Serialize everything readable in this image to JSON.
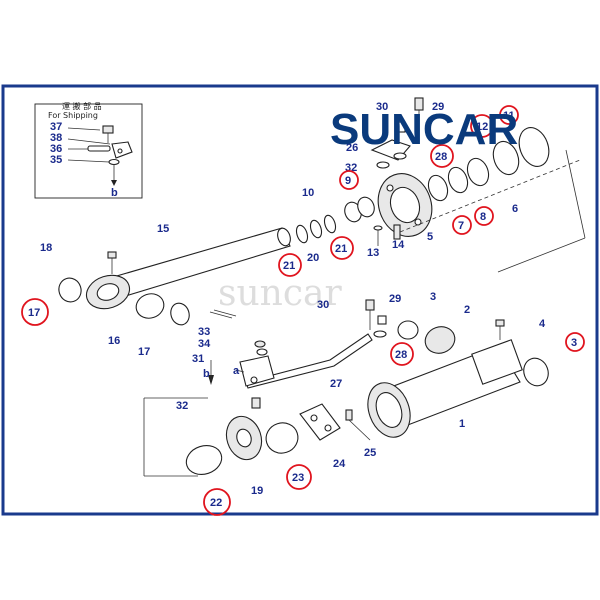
{
  "brand": {
    "logo_text": "SUNCAR",
    "watermark": "suncar"
  },
  "shipping_box": {
    "title_cn": "運 搬 部 品",
    "title_en": "For Shipping",
    "arrow_label": "b"
  },
  "callouts": {
    "p37": "37",
    "p38": "38",
    "p36": "36",
    "p35": "35",
    "p30a": "30",
    "p29a": "29",
    "p26": "26",
    "p32a": "32",
    "p28a": "28",
    "p12": "12",
    "p11": "11",
    "p10": "10",
    "p9": "9",
    "p7": "7",
    "p8": "8",
    "p6": "6",
    "p5": "5",
    "p14": "14",
    "p13": "13",
    "p20": "20",
    "p21a": "21",
    "p21b": "21",
    "p15": "15",
    "p18": "18",
    "p17a": "17",
    "p16": "16",
    "p17b": "17",
    "p30b": "30",
    "p29b": "29",
    "p3a": "3",
    "p2": "2",
    "p4": "4",
    "p3b": "3",
    "p28b": "28",
    "p33": "33",
    "p34": "34",
    "p31": "31",
    "p27": "27",
    "p32b": "32",
    "p1": "1",
    "p25": "25",
    "p24": "24",
    "p23": "23",
    "p19": "19",
    "p22": "22",
    "ref_b": "b",
    "ref_a": "a"
  }
}
